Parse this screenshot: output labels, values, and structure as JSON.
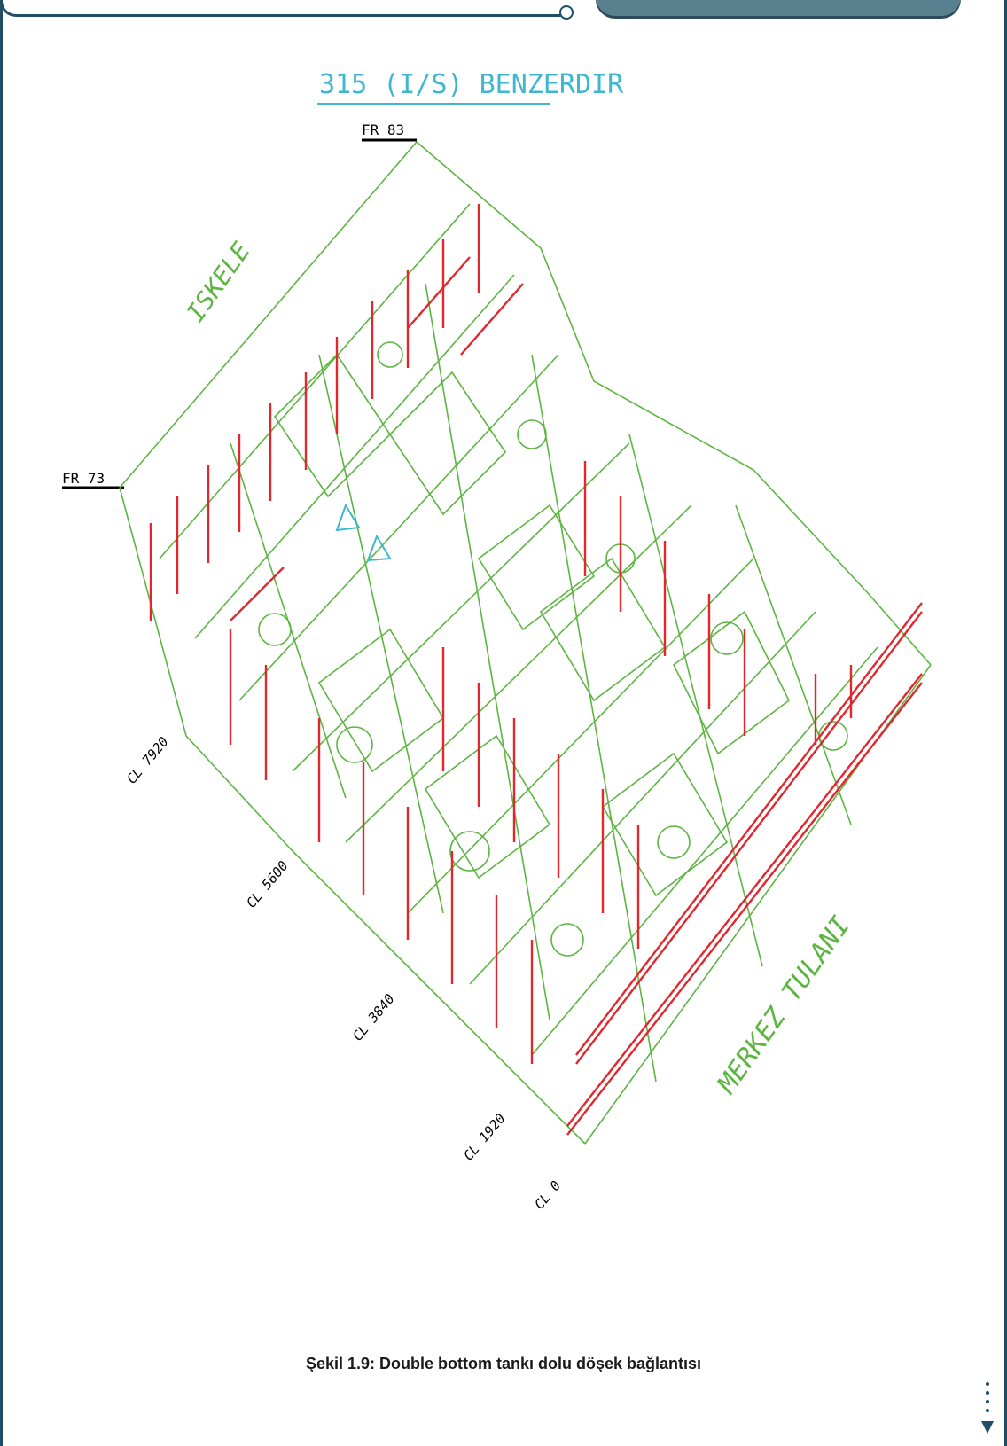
{
  "drawing": {
    "header": "315 (I/S) BENZERDIR",
    "side_port": "ISKELE",
    "side_center": "MERKEZ TULANI",
    "frame_labels": [
      "FR 83",
      "FR 73"
    ],
    "stations": [
      "CL 7920",
      "CL 5600",
      "CL 3840",
      "CL 1920",
      "CL 0"
    ],
    "colors": {
      "structure": "#5cb541",
      "brackets": "#e0282e",
      "header": "#3fb7cf",
      "frame": "#1f4e66"
    }
  },
  "caption": "Şekil 1.9: Double bottom tankı dolu döşek bağlantısı"
}
